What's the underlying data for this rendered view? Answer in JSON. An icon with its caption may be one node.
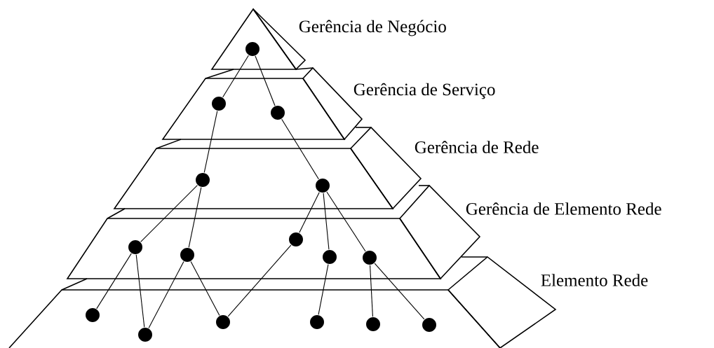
{
  "diagram": {
    "nodes": [
      {
        "text": [
          "Gerência de Negócio"
        ]
      },
      {
        "text": [
          "Gerência de Serviço"
        ]
      },
      {
        "text": [
          "Gerência de Rede"
        ]
      },
      {
        "text": [
          "Gerência de Elemento Rede"
        ]
      },
      {
        "text": [
          "Elemento Rede"
        ]
      },
      {
        "text": [],
        "shape": "circle",
        "in": 0
      },
      {
        "text": [],
        "shape": "circle",
        "in": 1
      },
      {
        "text": [],
        "shape": "circle",
        "in": 1
      },
      {
        "text": [],
        "shape": "circle",
        "in": 2
      },
      {
        "text": [],
        "shape": "circle",
        "in": 2
      },
      {
        "text": [],
        "shape": "circle",
        "in": 3
      },
      {
        "text": [],
        "shape": "circle",
        "in": 3
      },
      {
        "text": [],
        "shape": "circle",
        "in": 3
      },
      {
        "text": [],
        "shape": "circle",
        "in": 3
      },
      {
        "text": [],
        "shape": "circle",
        "in": 3
      },
      {
        "text": [],
        "shape": "circle",
        "in": 4
      },
      {
        "text": [],
        "shape": "circle",
        "in": 4
      },
      {
        "text": [],
        "shape": "circle",
        "in": 4
      },
      {
        "text": [],
        "shape": "circle",
        "in": 4
      },
      {
        "text": [],
        "shape": "circle",
        "in": 4
      },
      {
        "text": [],
        "shape": "circle",
        "in": 4
      }
    ],
    "edges": [
      {
        "from": 5,
        "to": 6,
        "arrow": "none"
      },
      {
        "from": 5,
        "to": 7,
        "arrow": "none"
      },
      {
        "from": 6,
        "to": 8,
        "arrow": "none"
      },
      {
        "from": 7,
        "to": 9,
        "arrow": "none"
      },
      {
        "from": 8,
        "to": 10,
        "arrow": "none"
      },
      {
        "from": 8,
        "to": 11,
        "arrow": "none"
      },
      {
        "from": 9,
        "to": 12,
        "arrow": "none"
      },
      {
        "from": 9,
        "to": 13,
        "arrow": "none"
      },
      {
        "from": 9,
        "to": 14,
        "arrow": "none"
      },
      {
        "from": 10,
        "to": 15,
        "arrow": "none"
      },
      {
        "from": 10,
        "to": 16,
        "arrow": "none"
      },
      {
        "from": 11,
        "to": 16,
        "arrow": "none"
      },
      {
        "from": 11,
        "to": 17,
        "arrow": "none"
      },
      {
        "from": 12,
        "to": 17,
        "arrow": "none"
      },
      {
        "from": 13,
        "to": 18,
        "arrow": "none"
      },
      {
        "from": 14,
        "to": 19,
        "arrow": "none"
      },
      {
        "from": 14,
        "to": 20,
        "arrow": "none"
      }
    ]
  }
}
